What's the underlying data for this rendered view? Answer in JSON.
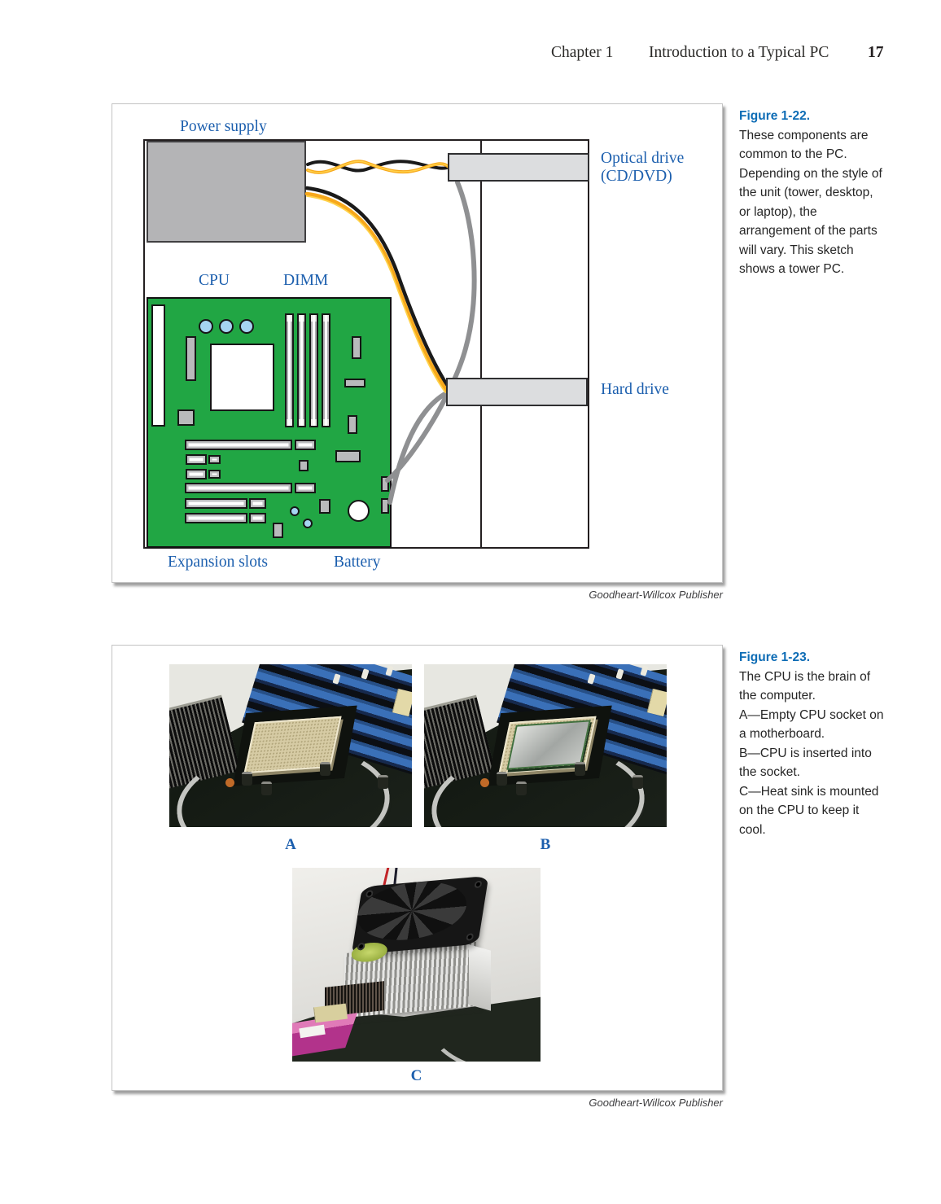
{
  "header": {
    "chapter_label": "Chapter 1",
    "title": "Introduction to a Typical PC",
    "page_number": "17"
  },
  "figure_1_22": {
    "label": "Figure 1-22.",
    "caption": "These components are common to the PC. Depending on the style of the unit (tower, desktop, or laptop), the arrangement of the parts will vary. This sketch shows a tower PC.",
    "attribution": "Goodheart-Willcox Publisher",
    "diagram_labels": {
      "power_supply": "Power supply",
      "optical_drive_line1": "Optical drive",
      "optical_drive_line2": "(CD/DVD)",
      "cpu": "CPU",
      "dimm": "DIMM",
      "hard_drive": "Hard drive",
      "expansion_slots": "Expansion slots",
      "battery": "Battery"
    }
  },
  "figure_1_23": {
    "label": "Figure 1-23.",
    "caption_intro": "The CPU is the brain of the computer.",
    "caption_items": [
      "A—Empty CPU socket on a motherboard.",
      "B—CPU is inserted into the socket.",
      "C—Heat sink is mounted on the CPU to keep it cool."
    ],
    "photo_labels": {
      "a": "A",
      "b": "B",
      "c": "C"
    },
    "attribution": "Goodheart-Willcox Publisher"
  },
  "colors": {
    "label_blue": "#1c5fae",
    "caption_blue": "#0d6cb5",
    "motherboard_green": "#21a644",
    "cable_orange": "#f7a81b",
    "cable_yellow": "#ffd24a",
    "cable_gray": "#8f9092",
    "component_gray": "#b9babc"
  }
}
